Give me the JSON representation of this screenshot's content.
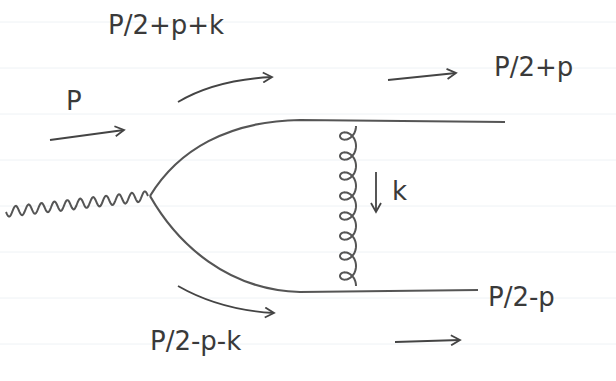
{
  "diagram": {
    "labels": [
      "P/2+p+k",
      "P",
      "P/2+p",
      "k",
      "P/2-p",
      "P/2-p-k"
    ]
  }
}
